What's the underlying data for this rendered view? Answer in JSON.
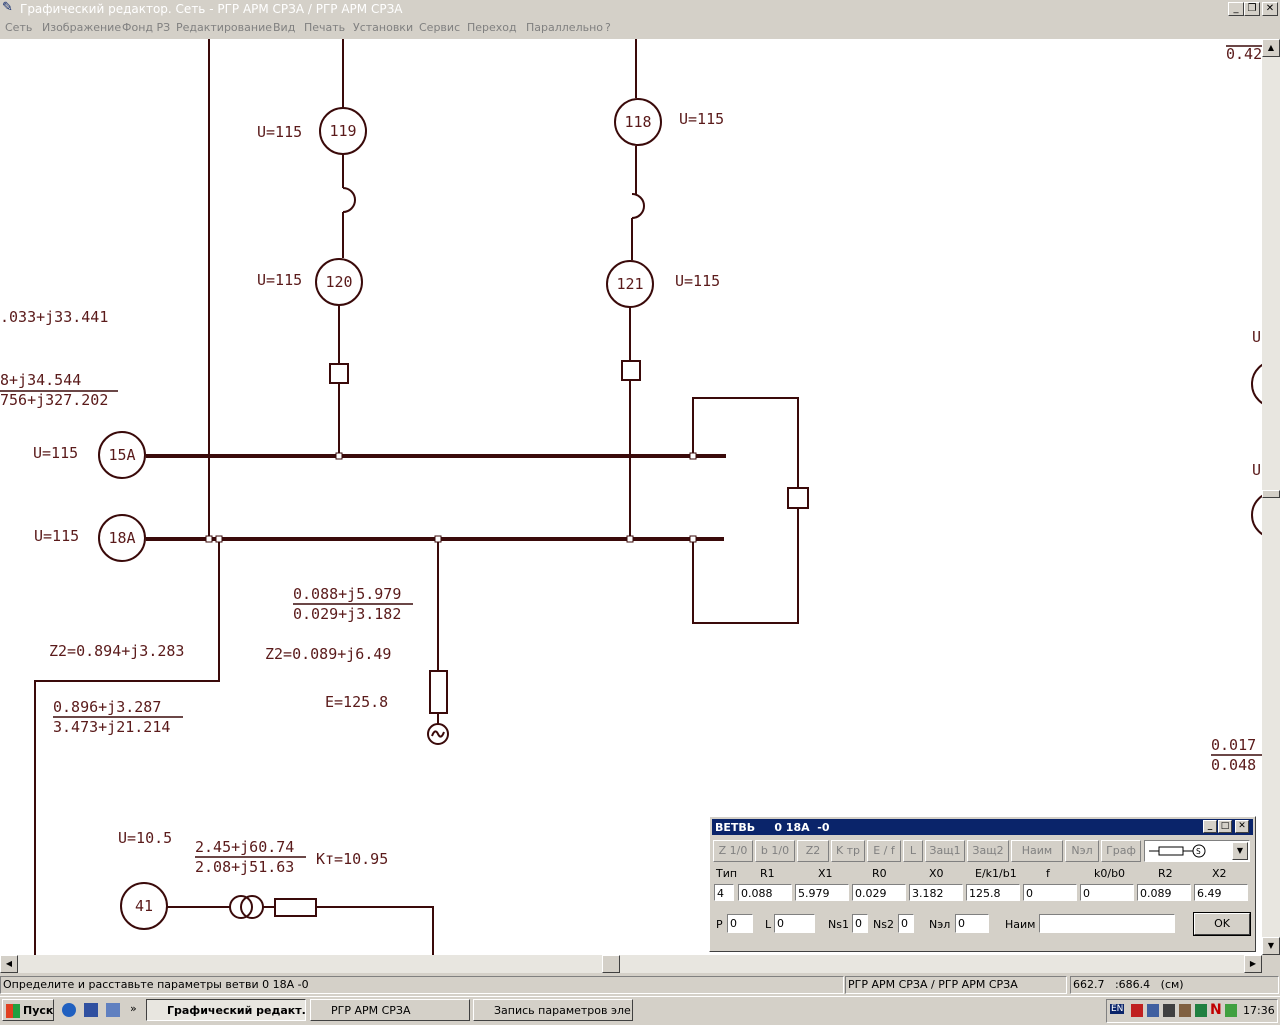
{
  "window": {
    "title": "Графический редактор. Сеть - РГР АРМ СРЗА / РГР АРМ СРЗА",
    "btn_min": "_",
    "btn_restore": "❐",
    "btn_close": "✕"
  },
  "menu": [
    "Сеть",
    "Изображение",
    "Фонд РЗ",
    "Редактирование",
    "Вид",
    "Печать",
    "Установки",
    "Сервис",
    "Переход",
    "Параллельно",
    "?"
  ],
  "diagram": {
    "nodes": {
      "n119": "119",
      "n118": "118",
      "n120": "120",
      "n121": "121",
      "n15a": "15A",
      "n18a": "18A",
      "n41": "41"
    },
    "voltage": {
      "u119": "U=115",
      "u118": "U=115",
      "u120": "U=115",
      "u121": "U=115",
      "u15a": "U=115",
      "u18a": "U=115",
      "u41": "U=10.5",
      "right_top": "U",
      "right_bottom": "U"
    },
    "impedance": {
      "left1": ".033+j33.441",
      "left2_num": "8+j34.544",
      "left2_den": "756+j327.202",
      "branch_num": "0.088+j5.979",
      "branch_den": "0.029+j3.182",
      "z2_branch": "Z2=0.089+j6.49",
      "emf": "E=125.8",
      "z2_left": "Z2=0.894+j3.283",
      "left_num": "0.896+j3.287",
      "left_den": "3.473+j21.214",
      "trans_num": "2.45+j60.74",
      "trans_den": "2.08+j51.63",
      "kt": "Кт=10.95",
      "right_top": "0.42",
      "right_num": "0.017",
      "right_den": "0.048"
    }
  },
  "dialog": {
    "title": "ВЕТВЬ     0 18A  -0",
    "toolbar": [
      "Z 1/0",
      "b 1/0",
      "Z2",
      "K тр",
      "E / f",
      "L",
      "Защ1",
      "Защ2",
      "Наим",
      "Nэл",
      "Граф"
    ],
    "col_labels": [
      "Тип",
      "R1",
      "X1",
      "R0",
      "X0",
      "E/k1/b1",
      "f",
      "k0/b0",
      "R2",
      "X2"
    ],
    "values": [
      "4",
      "0.088",
      "5.979",
      "0.029",
      "3.182",
      "125.8",
      "0",
      "0",
      "0.089",
      "6.49"
    ],
    "p_label": "P",
    "p_value": "0",
    "l_label": "L",
    "l_value": "0",
    "ns1_label": "Ns1",
    "ns1_value": "0",
    "ns2_label": "Ns2",
    "ns2_value": "0",
    "nel_label": "Nэл",
    "nel_value": "0",
    "name_label": "Наим",
    "name_value": "",
    "ok": "OK"
  },
  "status": {
    "message": "Определите и расставьте параметры ветви  0 18A  -0",
    "project": "РГР АРМ СРЗА / РГР АРМ СРЗА",
    "coords": "662.7   :686.4   (см)"
  },
  "taskbar": {
    "start": "Пуск",
    "tasks": [
      "Графический редакт...",
      "РГР АРМ СРЗА",
      "Запись параметров эле..."
    ],
    "lang": "EN",
    "clock": "17:36"
  }
}
